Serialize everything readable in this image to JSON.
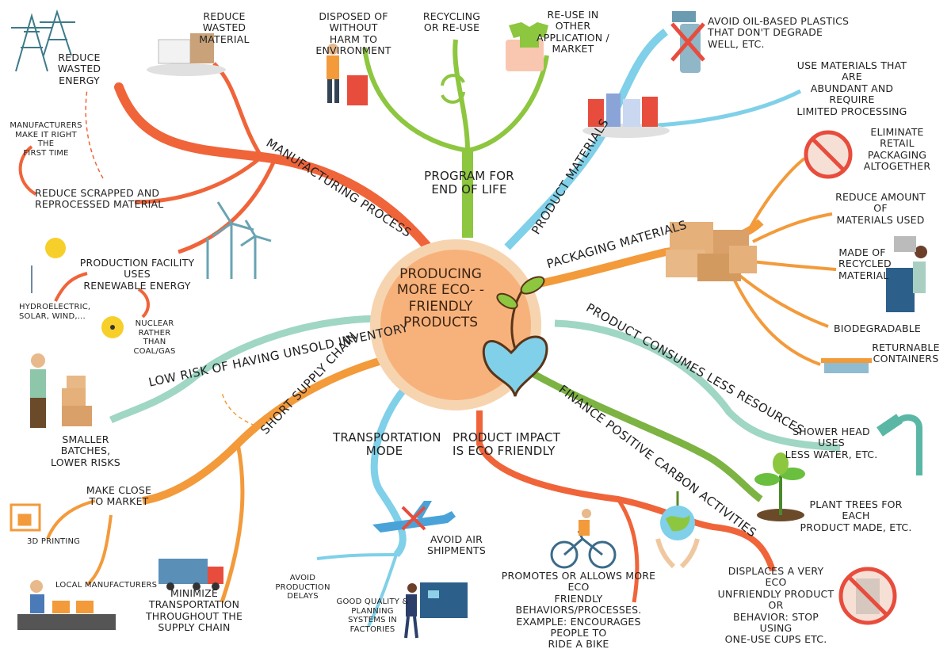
{
  "center": {
    "title": "Producing more eco-\n-friendly products"
  },
  "branches": {
    "manufacturing": "Manufacturing process",
    "end_of_life": "Program for\nend of life",
    "product_materials": "Product materials",
    "packaging": "Packaging materials",
    "consumes_less": "Product consumes less resources",
    "carbon": "Finance positive carbon activities",
    "impact": "Product impact\nis eco friendly",
    "transport": "Transportation\nmode",
    "supply_chain": "Short supply chain",
    "unsold": "Low risk of having unsold inventory"
  },
  "leaves": {
    "reduce_wasted_energy": "Reduce wasted\nenergy",
    "reduce_wasted_material": "Reduce wasted\nmaterial",
    "make_it_right": "Manufacturers\nmake it right the\nfirst time",
    "reduce_scrapped": "Reduce scrapped and\nreprocessed material",
    "renewable": "Production facility uses\nrenewable energy",
    "hydro": "Hydroelectric,\nsolar, wind,...",
    "nuclear": "Nuclear rather\nthan coal/gas",
    "disposed": "Disposed of without\nharm to environment",
    "recycling": "Recycling\nor re-use",
    "reuse": "Re-use in other\napplication /\nmarket",
    "avoid_oil": "Avoid oil-based plastics\nthat don't degrade\nwell, etc.",
    "abundant": "Use materials that are\nabundant and require\nlimited processing",
    "eliminate_retail": "Eliminate retail\npackaging\naltogether",
    "reduce_amount": "Reduce amount of\nmaterials used",
    "recycled_material": "Made of\nrecycled\nmaterial",
    "biodegradable": "Biodegradable",
    "returnable": "Returnable\ncontainers",
    "shower": "Shower head uses\nless water, etc.",
    "plant_trees": "Plant trees for each\nproduct made, etc.",
    "displaces": "Displaces a very eco\nunfriendly product or\nbehavior: stop using\none-use cups etc.",
    "promotes": "Promotes or allows more eco\nfriendly behaviors/processes.\nExample: encourages people to\nride a bike",
    "avoid_air": "Avoid air\nshipments",
    "avoid_delays": "Avoid production\ndelays",
    "good_quality": "Good quality &\nplanning systems in\nfactories",
    "smaller_batches": "Smaller batches,\nlower risks",
    "make_close": "Make close\nto market",
    "printing": "3D printing",
    "local": "Local manufacturers",
    "minimize": "Minimize transportation\nthroughout the\nsupply chain"
  },
  "colors": {
    "red": "#f0643a",
    "green": "#8dc63f",
    "blue": "#7fd0e8",
    "orange": "#f39a3b",
    "teal": "#9fd6c4",
    "center_fill": "#f7b27c",
    "center_ring": "#f7d4b0"
  }
}
